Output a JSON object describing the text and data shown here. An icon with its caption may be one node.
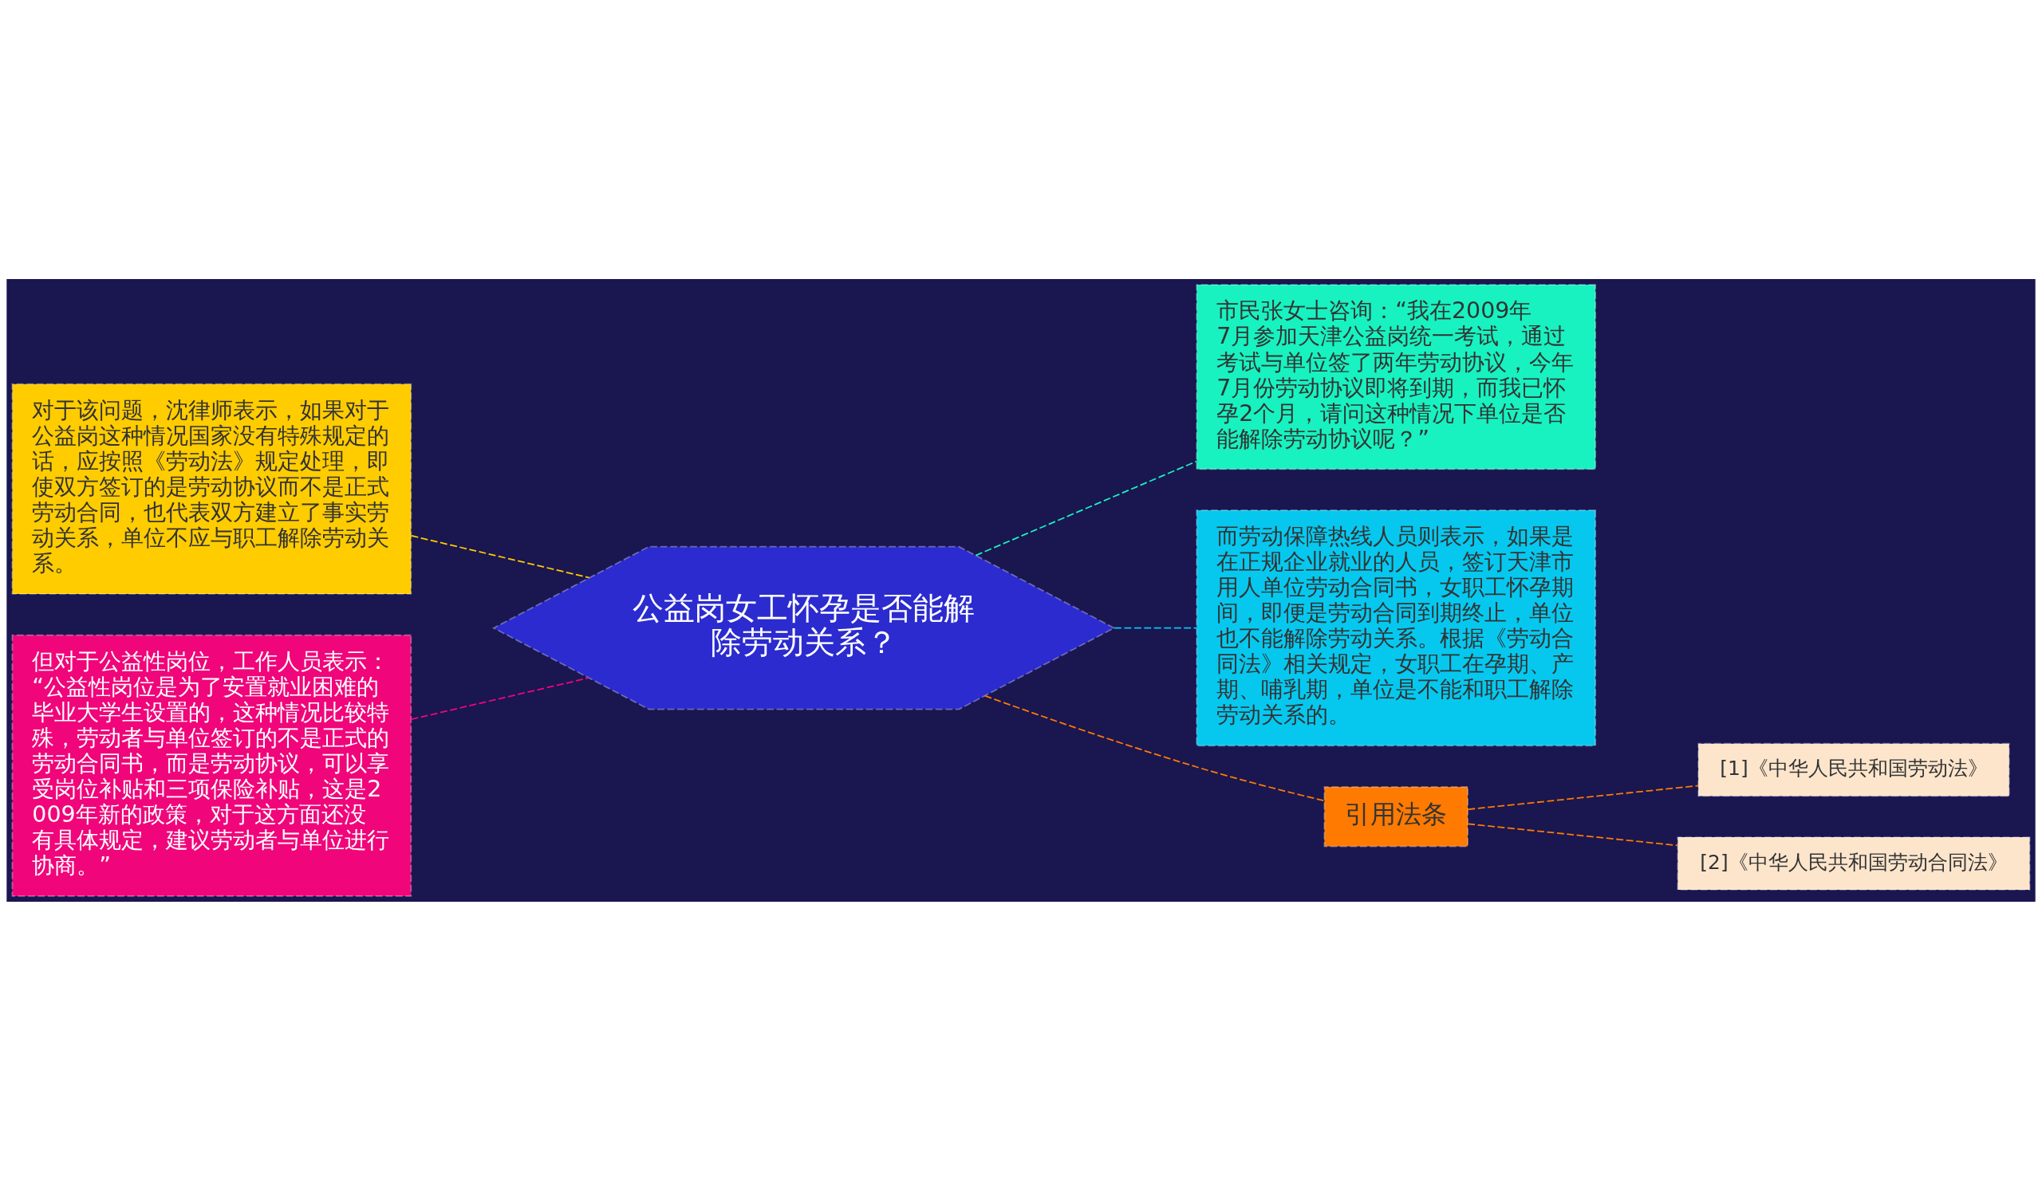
{
  "diagram": {
    "nodes": [
      {
        "text": [
          "公益岗女工怀孕是否能解除劳动关系？"
        ]
      },
      {
        "text": [
          "对于该问题，沈律师表示，如果对于公益岗这种情况国家没有特殊规定的话，应按照《劳动法》规定处理，即使双方签订的是劳动协议而不是正式劳动合同，也代表双方建立了事实劳动关系，单位不应与职工解除劳动关系。"
        ]
      },
      {
        "text": [
          "但对于公益性岗位，工作人员表示：“公益性岗位是为了安置就业困难的毕业大学生设置的，这种情况比较特殊，劳动者与单位签订的不是正式的劳动合同书，而是劳动协议，可以享受岗位补贴和三项保险补贴，这是2009年新的政策，对于这方面还没有具体规定，建议劳动者与单位进行协商。”"
        ]
      },
      {
        "text": [
          "市民张女士咨询：“我在2009年7月参加天津公益岗统一考试，通过考试与单位签了两年劳动协议，今年7月份劳动协议即将到期，而我已怀孕2个月，请问这种情况下单位是否能解除劳动协议呢？”"
        ]
      },
      {
        "text": [
          "而劳动保障热线人员则表示，如果是在正规企业就业的人员，签订天津市用人单位劳动合同书，女职工怀孕期间，即便是劳动合同到期终止，单位也不能解除劳动关系。根据《劳动合同法》相关规定，女职工在孕期、产期、哺乳期，单位是不能和职工解除劳动关系的。"
        ]
      },
      {
        "text": [
          "引用法条"
        ]
      },
      {
        "text": [
          "[1]《中华人民共和国劳动法》"
        ]
      },
      {
        "text": [
          "[2]《中华人民共和国劳动合同法》"
        ]
      }
    ],
    "edges": [
      {
        "from": 1,
        "to": 0,
        "arrow": "none",
        "style": "dashed",
        "color": "#ffcc00"
      },
      {
        "from": 2,
        "to": 0,
        "arrow": "none",
        "style": "dashed",
        "color": "#f0067a"
      },
      {
        "from": 0,
        "to": 3,
        "arrow": "none",
        "style": "dashed",
        "color": "#17f2c0"
      },
      {
        "from": 0,
        "to": 4,
        "arrow": "none",
        "style": "dashed",
        "color": "#06c8ef"
      },
      {
        "from": 0,
        "to": 5,
        "arrow": "none",
        "style": "dashed",
        "color": "#ff7a00"
      },
      {
        "from": 5,
        "to": 6,
        "arrow": "none",
        "style": "dashed",
        "color": "#ff7a00"
      },
      {
        "from": 5,
        "to": 7,
        "arrow": "none",
        "style": "dashed",
        "color": "#ff7a00"
      }
    ]
  }
}
